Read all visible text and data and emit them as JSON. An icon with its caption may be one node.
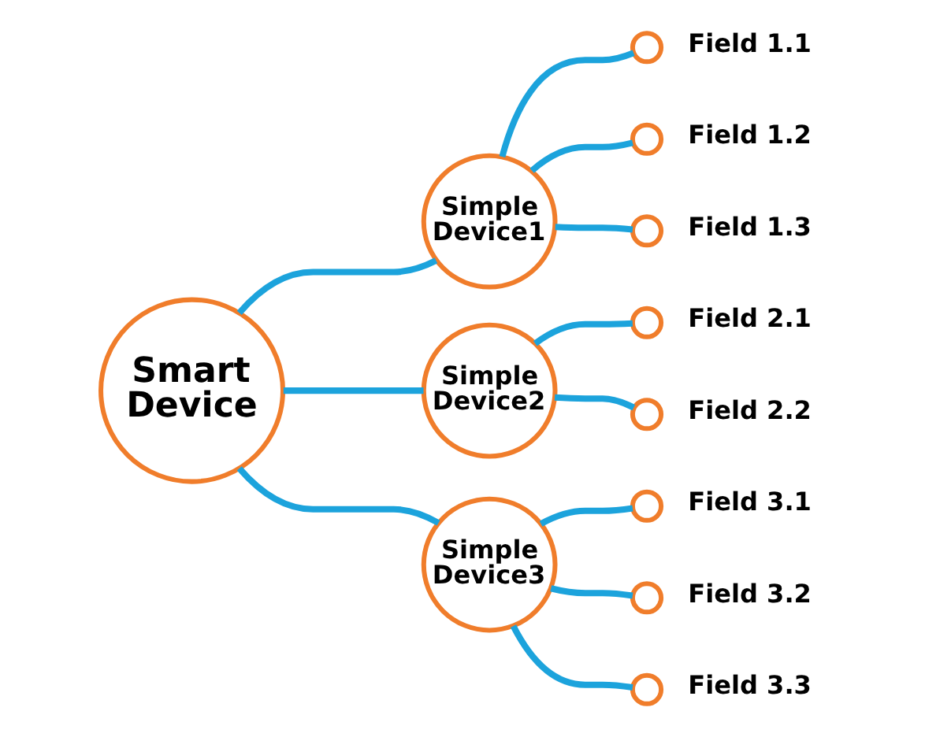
{
  "diagram": {
    "nodes": [
      {
        "text": [
          "Smart Device"
        ]
      },
      {
        "text": [
          "Simple Device1"
        ]
      },
      {
        "text": [],
        "shape": "circle",
        "beside": [
          "Field 1.1"
        ]
      },
      {
        "text": [],
        "shape": "circle",
        "beside": [
          "Field 1.2"
        ]
      },
      {
        "text": [],
        "shape": "circle",
        "beside": [
          "Field 1.3"
        ]
      },
      {
        "text": [
          "Simple Device2"
        ]
      },
      {
        "text": [],
        "shape": "circle",
        "beside": [
          "Field 2.1"
        ]
      },
      {
        "text": [],
        "shape": "circle",
        "beside": [
          "Field 2.2"
        ]
      },
      {
        "text": [
          "Simple Device3"
        ]
      },
      {
        "text": [],
        "shape": "circle",
        "beside": [
          "Field 3.1"
        ]
      },
      {
        "text": [],
        "shape": "circle",
        "beside": [
          "Field 3.2"
        ]
      },
      {
        "text": [],
        "shape": "circle",
        "beside": [
          "Field 3.3"
        ]
      }
    ],
    "edges": [
      {
        "from": 0,
        "to": 1,
        "arrow": "none"
      },
      {
        "from": 0,
        "to": 5,
        "arrow": "none"
      },
      {
        "from": 0,
        "to": 8,
        "arrow": "none"
      },
      {
        "from": 1,
        "to": 2,
        "arrow": "none"
      },
      {
        "from": 1,
        "to": 3,
        "arrow": "none"
      },
      {
        "from": 1,
        "to": 4,
        "arrow": "none"
      },
      {
        "from": 5,
        "to": 6,
        "arrow": "none"
      },
      {
        "from": 5,
        "to": 7,
        "arrow": "none"
      },
      {
        "from": 8,
        "to": 9,
        "arrow": "none"
      },
      {
        "from": 8,
        "to": 10,
        "arrow": "none"
      },
      {
        "from": 8,
        "to": 11,
        "arrow": "none"
      }
    ]
  }
}
